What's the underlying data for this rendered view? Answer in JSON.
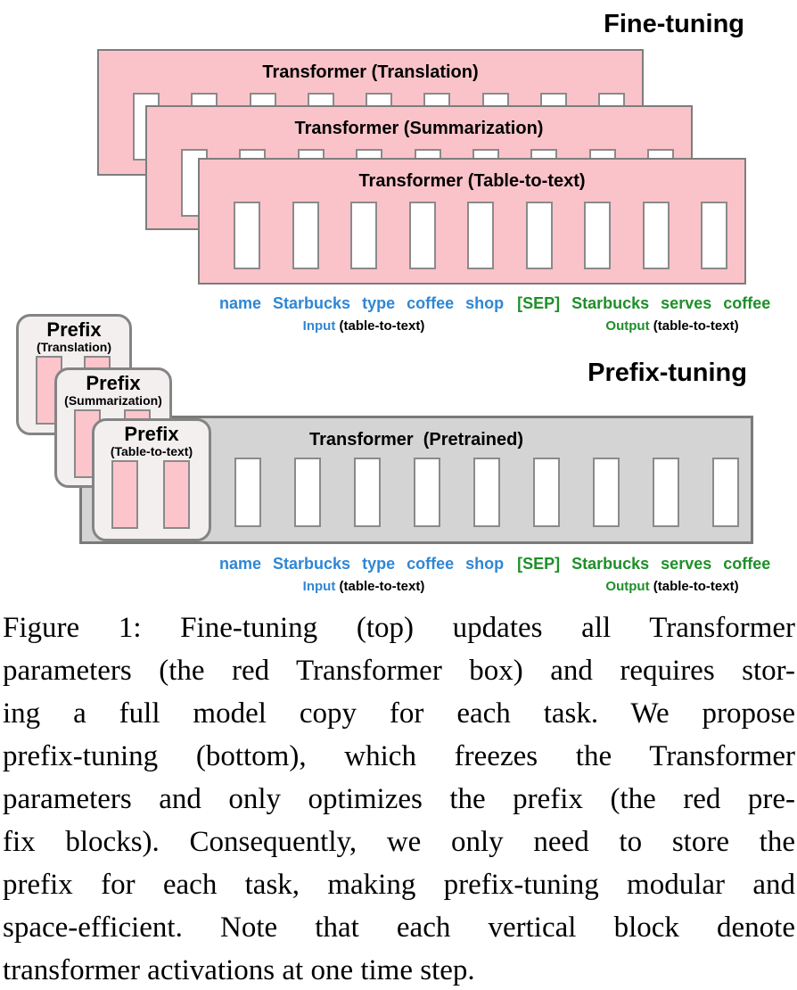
{
  "fine_tuning": {
    "title": "Fine-tuning",
    "boxes": [
      {
        "label": "Transformer (Translation)"
      },
      {
        "label": "Transformer (Summarization)"
      },
      {
        "label": "Transformer (Table-to-text)"
      }
    ]
  },
  "prefix_tuning": {
    "title": "Prefix-tuning",
    "transformer_label": "Transformer  (Pretrained)",
    "prefix_boxes": [
      {
        "title": "Prefix",
        "subtitle": "(Translation)"
      },
      {
        "title": "Prefix",
        "subtitle": "(Summarization)"
      },
      {
        "title": "Prefix",
        "subtitle": "(Table-to-text)"
      }
    ]
  },
  "tokens": {
    "input": [
      "name",
      "Starbucks",
      "type",
      "coffee",
      "shop"
    ],
    "output": [
      "[SEP]",
      "Starbucks",
      "serves",
      "coffee"
    ],
    "input_label": "Input",
    "output_label": "Output",
    "io_suffix": "(table-to-text)"
  },
  "colors": {
    "transformer_fill": "#FAC3C9",
    "prefix_block_fill": "#FBC5CB",
    "pretrained_fill": "#D4D4D4",
    "input_text": "#2F87D4",
    "output_text": "#1E8F29"
  },
  "caption": {
    "lines": [
      "Figure 1: Fine-tuning (top) updates all Transformer",
      "parameters (the red Transformer box) and requires stor-",
      "ing a full model copy for each task. We propose",
      "prefix-tuning (bottom), which freezes the Transformer",
      "parameters and only optimizes the prefix (the red pre-",
      "fix blocks). Consequently, we only need to store the",
      "prefix for each task, making prefix-tuning modular and",
      "space-efficient. Note that each vertical block denote",
      "transformer activations at one time step."
    ]
  }
}
